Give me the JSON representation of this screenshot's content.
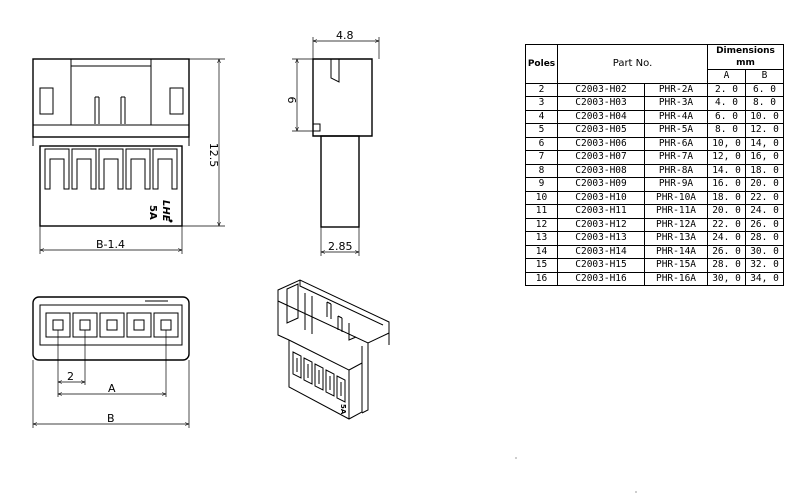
{
  "drawing": {
    "front_view": {
      "width_label": "B-1.4",
      "height_label": "12.5",
      "rating_label": "5A",
      "brand_label": "LHE"
    },
    "side_view": {
      "top_width_label": "4.8",
      "height_label": "6",
      "bottom_width_label": "2.85"
    },
    "bottom_view": {
      "pitch_label": "2",
      "dim_a_label": "A",
      "dim_b_label": "B"
    }
  },
  "table": {
    "headers": {
      "poles": "Poles",
      "part_no": "Part No.",
      "dimensions": "Dimensions mm",
      "a": "A",
      "b": "B"
    },
    "rows": [
      {
        "poles": "2",
        "code": "C2003-H02",
        "phr": "PHR-2A",
        "a": "2. 0",
        "b": "6. 0"
      },
      {
        "poles": "3",
        "code": "C2003-H03",
        "phr": "PHR-3A",
        "a": "4. 0",
        "b": "8. 0"
      },
      {
        "poles": "4",
        "code": "C2003-H04",
        "phr": "PHR-4A",
        "a": "6. 0",
        "b": "10. 0"
      },
      {
        "poles": "5",
        "code": "C2003-H05",
        "phr": "PHR-5A",
        "a": "8. 0",
        "b": "12. 0"
      },
      {
        "poles": "6",
        "code": "C2003-H06",
        "phr": "PHR-6A",
        "a": "10, 0",
        "b": "14, 0"
      },
      {
        "poles": "7",
        "code": "C2003-H07",
        "phr": "PHR-7A",
        "a": "12, 0",
        "b": "16, 0"
      },
      {
        "poles": "8",
        "code": "C2003-H08",
        "phr": "PHR-8A",
        "a": "14. 0",
        "b": "18. 0"
      },
      {
        "poles": "9",
        "code": "C2003-H09",
        "phr": "PHR-9A",
        "a": "16. 0",
        "b": "20. 0"
      },
      {
        "poles": "10",
        "code": "C2003-H10",
        "phr": "PHR-10A",
        "a": "18. 0",
        "b": "22. 0"
      },
      {
        "poles": "11",
        "code": "C2003-H11",
        "phr": "PHR-11A",
        "a": "20. 0",
        "b": "24. 0"
      },
      {
        "poles": "12",
        "code": "C2003-H12",
        "phr": "PHR-12A",
        "a": "22. 0",
        "b": "26. 0"
      },
      {
        "poles": "13",
        "code": "C2003-H13",
        "phr": "PHR-13A",
        "a": "24. 0",
        "b": "28. 0"
      },
      {
        "poles": "14",
        "code": "C2003-H14",
        "phr": "PHR-14A",
        "a": "26. 0",
        "b": "30. 0"
      },
      {
        "poles": "15",
        "code": "C2003-H15",
        "phr": "PHR-15A",
        "a": "28. 0",
        "b": "32. 0"
      },
      {
        "poles": "16",
        "code": "C2003-H16",
        "phr": "PHR-16A",
        "a": "30, 0",
        "b": "34, 0"
      }
    ]
  }
}
